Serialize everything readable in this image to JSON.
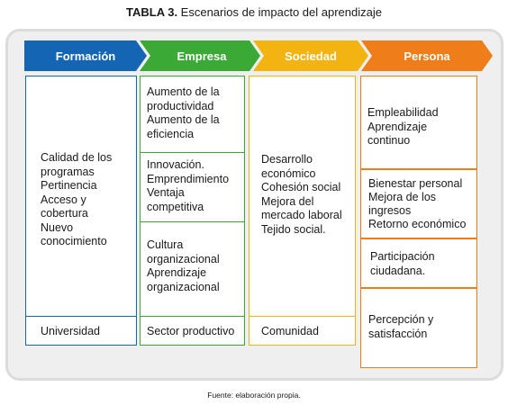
{
  "title": {
    "prefix": "TABLA 3.",
    "text": " Escenarios de impacto del aprendizaje"
  },
  "colors": {
    "formacion": "#1565b5",
    "empresa": "#3aa935",
    "sociedad": "#f3b412",
    "persona": "#ef7d1a"
  },
  "headers": {
    "formacion": "Formación",
    "empresa": "Empresa",
    "sociedad": "Sociedad",
    "persona": "Persona"
  },
  "formacion": {
    "content": "Calidad de los\nprogramas\nPertinencia\nAcceso y\ncobertura\nNuevo\nconocimiento",
    "footer": "Universidad"
  },
  "empresa": {
    "cells": [
      "Aumento de la\nproductividad\nAumento de la\neficiencia",
      "Innovación.\nEmprendimiento\nVentaja\ncompetitiva",
      "Cultura\norganizacional\nAprendizaje\norganizacional"
    ],
    "footer": "Sector productivo"
  },
  "sociedad": {
    "content": "Desarrollo\neconómico\nCohesión social\nMejora del\nmercado laboral\nTejido social.",
    "footer": "Comunidad"
  },
  "persona": {
    "cells": [
      "Empleabilidad\nAprendizaje\ncontinuo",
      "Bienestar personal\nMejora de los\ningresos\nRetorno económico",
      "Participación\nciudadana.",
      "Percepción y\nsatisfacción"
    ]
  },
  "footnote": "Fuente: elaboración propia."
}
